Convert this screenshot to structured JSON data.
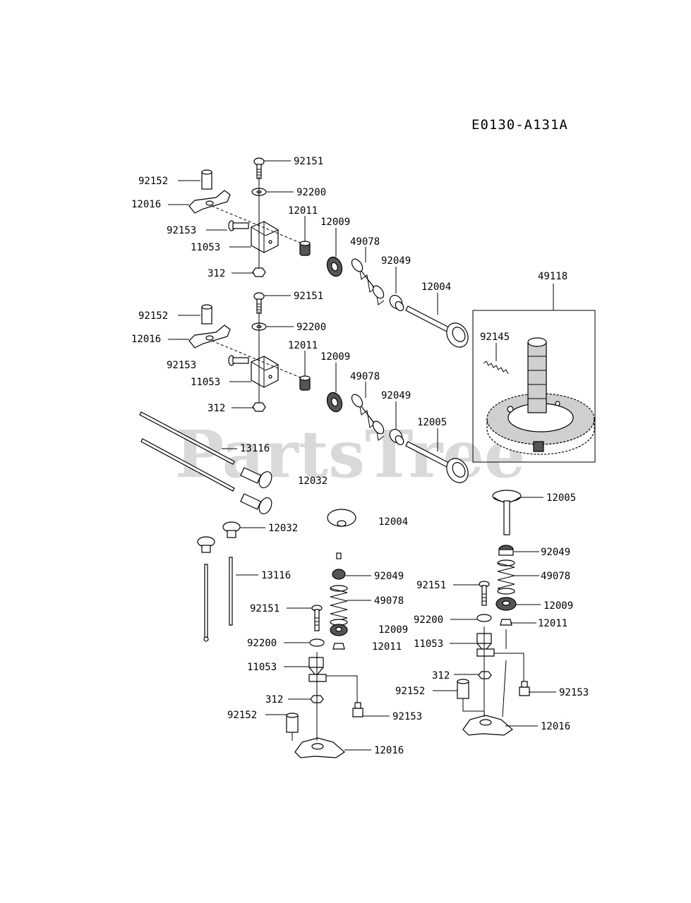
{
  "diagram_code": "E0130-A131A",
  "watermark": "PartsTree",
  "labels": {
    "l1": "92151",
    "l2": "92152",
    "l3": "92200",
    "l4": "12016",
    "l5": "12011",
    "l6": "12009",
    "l7": "92153",
    "l8": "49078",
    "l9": "11053",
    "l10": "92049",
    "l11": "312",
    "l12": "12004",
    "l13": "49118",
    "l14": "92151",
    "l15": "92152",
    "l16": "92200",
    "l17": "12016",
    "l18": "12011",
    "l19": "12009",
    "l20": "92145",
    "l21": "92153",
    "l22": "49078",
    "l23": "11053",
    "l24": "92049",
    "l25": "312",
    "l26": "12005",
    "l27": "13116",
    "l28": "12032",
    "l29": "12005",
    "l30": "12032",
    "l31": "12004",
    "l32": "92049",
    "l33": "13116",
    "l34": "92049",
    "l35": "49078",
    "l36": "92151",
    "l37": "49078",
    "l38": "92151",
    "l39": "12009",
    "l40": "92200",
    "l41": "12011",
    "l42": "12009",
    "l43": "92200",
    "l44": "12011",
    "l45": "11053",
    "l46": "11053",
    "l47": "312",
    "l48": "92152",
    "l49": "92153",
    "l50": "312",
    "l51": "12016",
    "l52": "92152",
    "l53": "92153",
    "l54": "12016"
  }
}
